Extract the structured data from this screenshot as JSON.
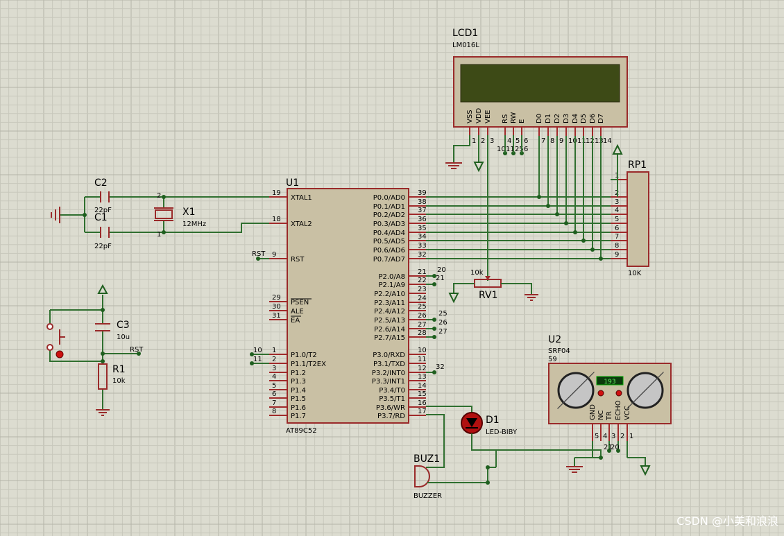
{
  "watermark": "CSDN @小美和浪浪",
  "lcd": {
    "ref": "LCD1",
    "part": "LM016L",
    "pins": [
      {
        "name": "VSS",
        "num": "1"
      },
      {
        "name": "VDD",
        "num": "2"
      },
      {
        "name": "VEE",
        "num": "3"
      },
      {
        "name": "RS",
        "num": "4"
      },
      {
        "name": "RW",
        "num": "5"
      },
      {
        "name": "E",
        "num": "6"
      },
      {
        "name": "D0",
        "num": "7"
      },
      {
        "name": "D1",
        "num": "8"
      },
      {
        "name": "D2",
        "num": "9"
      },
      {
        "name": "D3",
        "num": "10"
      },
      {
        "name": "D4",
        "num": "11"
      },
      {
        "name": "D5",
        "num": "12"
      },
      {
        "name": "D6",
        "num": "13"
      },
      {
        "name": "D7",
        "num": "14"
      }
    ],
    "net_labels": [
      "10",
      "11",
      "25",
      "6"
    ]
  },
  "rp1": {
    "ref": "RP1",
    "value": "10K",
    "pins": [
      "1",
      "2",
      "3",
      "4",
      "5",
      "6",
      "7",
      "8",
      "9"
    ]
  },
  "u1": {
    "ref": "U1",
    "part": "AT89C52",
    "left_pins": [
      {
        "num": "19",
        "name": "XTAL1"
      },
      {
        "num": "18",
        "name": "XTAL2"
      },
      {
        "num": "9",
        "name": "RST"
      },
      {
        "num": "29",
        "name": "PSEN"
      },
      {
        "num": "30",
        "name": "ALE"
      },
      {
        "num": "31",
        "name": "EA"
      },
      {
        "num": "1",
        "name": "P1.0/T2"
      },
      {
        "num": "2",
        "name": "P1.1/T2EX"
      },
      {
        "num": "3",
        "name": "P1.2"
      },
      {
        "num": "4",
        "name": "P1.3"
      },
      {
        "num": "5",
        "name": "P1.4"
      },
      {
        "num": "6",
        "name": "P1.5"
      },
      {
        "num": "7",
        "name": "P1.6"
      },
      {
        "num": "8",
        "name": "P1.7"
      }
    ],
    "right_pins": [
      {
        "num": "39",
        "name": "P0.0/AD0"
      },
      {
        "num": "38",
        "name": "P0.1/AD1"
      },
      {
        "num": "37",
        "name": "P0.2/AD2"
      },
      {
        "num": "36",
        "name": "P0.3/AD3"
      },
      {
        "num": "35",
        "name": "P0.4/AD4"
      },
      {
        "num": "34",
        "name": "P0.5/AD5"
      },
      {
        "num": "33",
        "name": "P0.6/AD6"
      },
      {
        "num": "32",
        "name": "P0.7/AD7"
      },
      {
        "num": "21",
        "name": "P2.0/A8"
      },
      {
        "num": "22",
        "name": "P2.1/A9"
      },
      {
        "num": "23",
        "name": "P2.2/A10"
      },
      {
        "num": "24",
        "name": "P2.3/A11"
      },
      {
        "num": "25",
        "name": "P2.4/A12"
      },
      {
        "num": "26",
        "name": "P2.5/A13"
      },
      {
        "num": "27",
        "name": "P2.6/A14"
      },
      {
        "num": "28",
        "name": "P2.7/A15"
      },
      {
        "num": "10",
        "name": "P3.0/RXD"
      },
      {
        "num": "11",
        "name": "P3.1/TXD"
      },
      {
        "num": "12",
        "name": "P3.2/INT0"
      },
      {
        "num": "13",
        "name": "P3.3/INT1"
      },
      {
        "num": "14",
        "name": "P3.4/T0"
      },
      {
        "num": "15",
        "name": "P3.5/T1"
      },
      {
        "num": "16",
        "name": "P3.6/WR"
      },
      {
        "num": "17",
        "name": "P3.7/RD"
      }
    ],
    "rst_label": "RST",
    "p1_net_labels": [
      "10",
      "11"
    ],
    "p2_net_labels": [
      "20",
      "21",
      "25",
      "26",
      "27"
    ],
    "p3_net_labels": [
      "32"
    ]
  },
  "c2": {
    "ref": "C2",
    "value": "22pF"
  },
  "c1": {
    "ref": "C1",
    "value": "22pF"
  },
  "x1": {
    "ref": "X1",
    "value": "12MHz",
    "pin_a": "2",
    "pin_b": "1"
  },
  "c3": {
    "ref": "C3",
    "value": "10u"
  },
  "r1": {
    "ref": "R1",
    "value": "10k"
  },
  "reset_net_label": "RST",
  "rv1": {
    "ref": "RV1",
    "value": "10k"
  },
  "d1": {
    "ref": "D1",
    "part": "LED-BIBY"
  },
  "buz1": {
    "ref": "BUZ1",
    "part": "BUZZER"
  },
  "u2": {
    "ref": "U2",
    "part": "SRF04",
    "subtitle": "59",
    "display": "193",
    "pins": [
      {
        "name": "GND",
        "num": "5"
      },
      {
        "name": "NC",
        "num": "4"
      },
      {
        "name": "TR",
        "num": "3"
      },
      {
        "name": "ECHO",
        "num": "2"
      },
      {
        "name": "VCC",
        "num": "1"
      }
    ],
    "net_labels": [
      "21",
      "20"
    ]
  }
}
